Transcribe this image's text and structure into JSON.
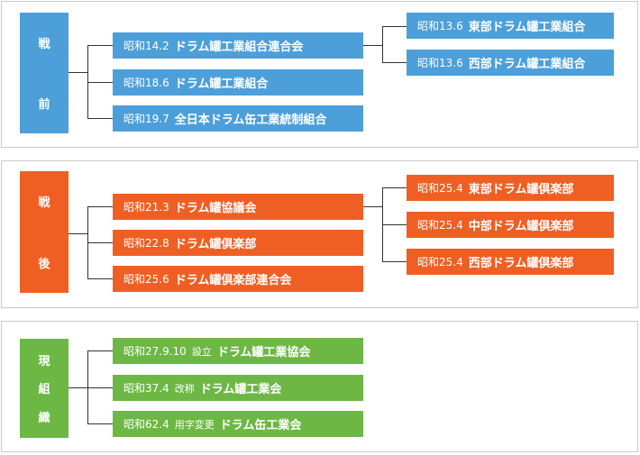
{
  "colors": {
    "prewar": "#4d9fd9",
    "postwar": "#ef5f23",
    "current": "#6db745",
    "line": "#333333",
    "border": "#c9c9c9"
  },
  "prewar": {
    "era": [
      "戦",
      "前"
    ],
    "main": [
      {
        "year": "昭和14.2",
        "name": "ドラム罐工業組合連合会"
      },
      {
        "year": "昭和18.6",
        "name": "ドラム罐工業組合"
      },
      {
        "year": "昭和19.7",
        "name": "全日本ドラム缶工業統制組合"
      }
    ],
    "branches": [
      {
        "year": "昭和13.6",
        "name": "東部ドラム罐工業組合"
      },
      {
        "year": "昭和13.6",
        "name": "西部ドラム罐工業組合"
      }
    ]
  },
  "postwar": {
    "era": [
      "戦",
      "後"
    ],
    "main": [
      {
        "year": "昭和21.3",
        "name": "ドラム罐協議会"
      },
      {
        "year": "昭和22.8",
        "name": "ドラム罐倶楽部"
      },
      {
        "year": "昭和25.6",
        "name": "ドラム罐倶楽部連合会"
      }
    ],
    "branches": [
      {
        "year": "昭和25.4",
        "name": "東部ドラム罐倶楽部"
      },
      {
        "year": "昭和25.4",
        "name": "中部ドラム罐倶楽部"
      },
      {
        "year": "昭和25.4",
        "name": "西部ドラム罐倶楽部"
      }
    ]
  },
  "current": {
    "era": [
      "現",
      "組",
      "織"
    ],
    "main": [
      {
        "year": "昭和27.9.10",
        "tag": "設立",
        "name": "ドラム罐工業協会"
      },
      {
        "year": "昭和37.4",
        "tag": "改称",
        "name": "ドラム罐工業会"
      },
      {
        "year": "昭和62.4",
        "tag": "用字変更",
        "name": "ドラム缶工業会"
      }
    ]
  }
}
